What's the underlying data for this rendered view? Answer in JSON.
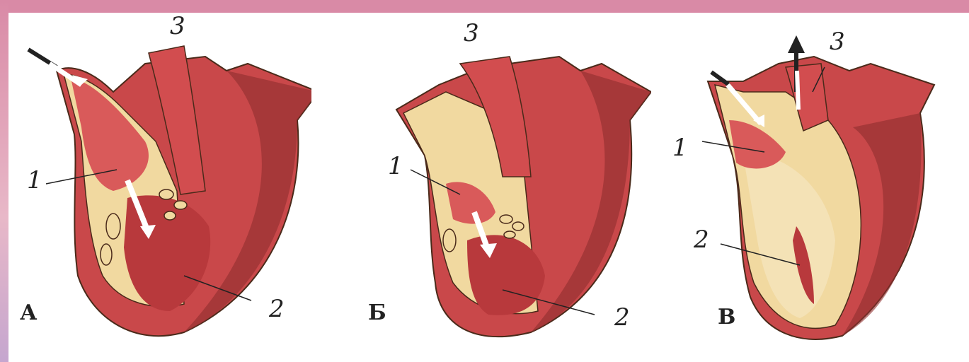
{
  "panels": [
    {
      "letter": "А",
      "labels": {
        "one": "1",
        "two": "2",
        "three": "3"
      }
    },
    {
      "letter": "Б",
      "labels": {
        "one": "1",
        "two": "2",
        "three": "3"
      }
    },
    {
      "letter": "В",
      "labels": {
        "one": "1",
        "two": "2",
        "three": "3"
      }
    }
  ],
  "colors": {
    "muscle": "#c9484a",
    "muscle_dark": "#8f2f2e",
    "wall": "#f1d9a0",
    "outline": "#4a2a1a",
    "arrow": "#ffffff",
    "frame": "#d98aa6"
  }
}
